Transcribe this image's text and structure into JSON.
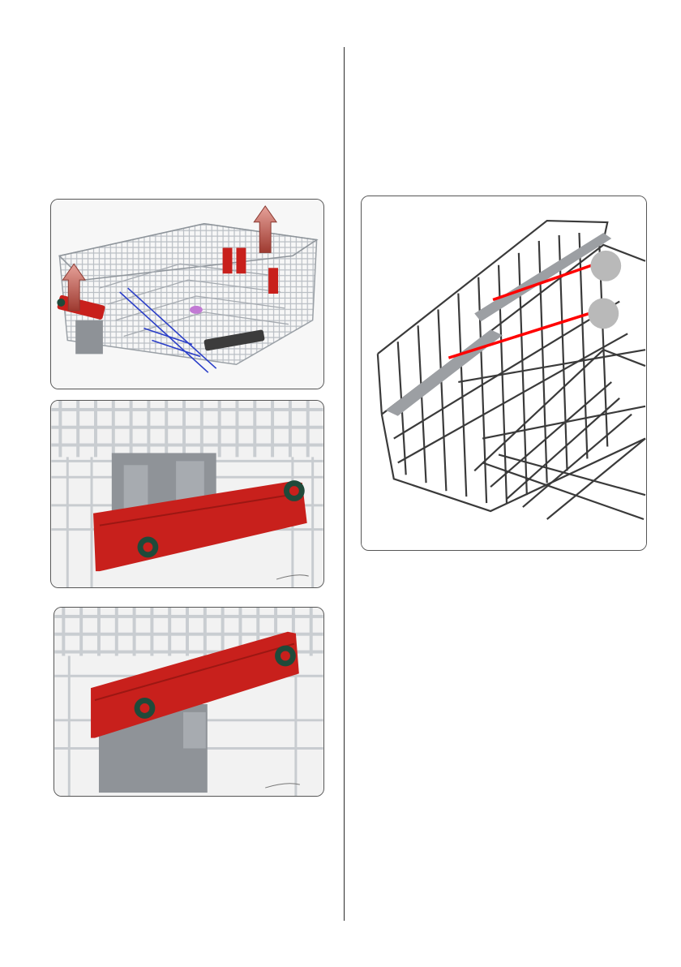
{
  "page": {
    "left_figures": [
      {
        "name": "upper-basket-overview",
        "icons": [
          "lift-arrow-icon",
          "lift-arrow-icon"
        ]
      },
      {
        "name": "rack-adjuster-lower-position"
      },
      {
        "name": "rack-adjuster-upper-position"
      }
    ],
    "right_figure": {
      "name": "basket-rails-callout",
      "callouts": [
        "",
        ""
      ]
    }
  },
  "colors": {
    "adjuster_red": "#c8201c",
    "wire_grey": "#b7bcc2",
    "wire_dark": "#3a3a3a",
    "callout_line": "#ff0000",
    "callout_circle": "#b9b9b9",
    "frame_border": "#555555"
  }
}
